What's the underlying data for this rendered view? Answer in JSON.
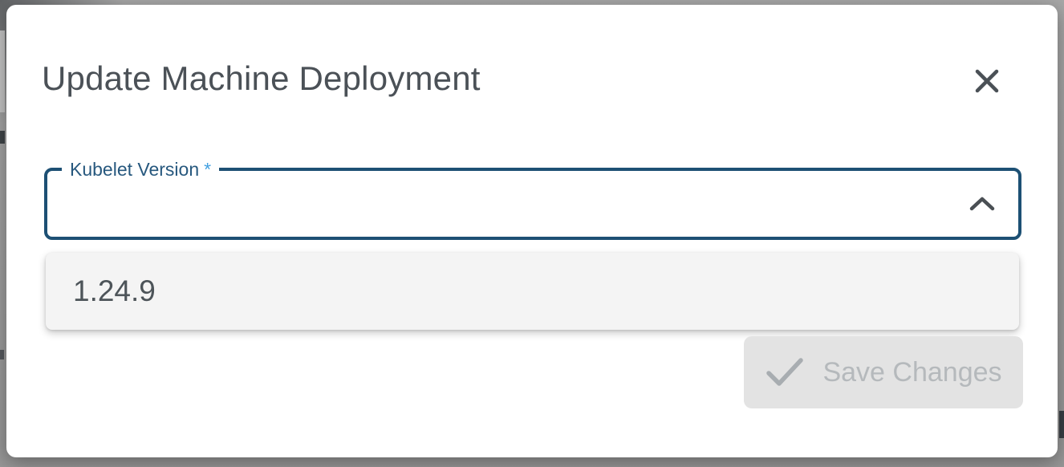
{
  "modal": {
    "title": "Update Machine Deployment",
    "close_icon": "x-icon"
  },
  "form": {
    "kubelet_version_field": {
      "label": "Kubelet Version",
      "required_marker": "*",
      "value": "",
      "state": "open",
      "chevron_icon": "chevron-up-icon"
    },
    "dropdown": {
      "options": [
        {
          "label": "1.24.9"
        }
      ]
    }
  },
  "footer": {
    "save_button": {
      "label": "Save Changes",
      "icon": "check-icon",
      "enabled": false
    }
  },
  "colors": {
    "accent_navy": "#1d5074",
    "label_blue": "#27587e",
    "required_blue": "#42a0e0",
    "text_dark": "#4b5157",
    "option_text": "#4d5459",
    "disabled_button_bg": "#e3e3e3",
    "disabled_button_text": "#b5b9bc",
    "dropdown_bg": "#f4f4f4",
    "overlay_gray": "#9d9d9d"
  }
}
